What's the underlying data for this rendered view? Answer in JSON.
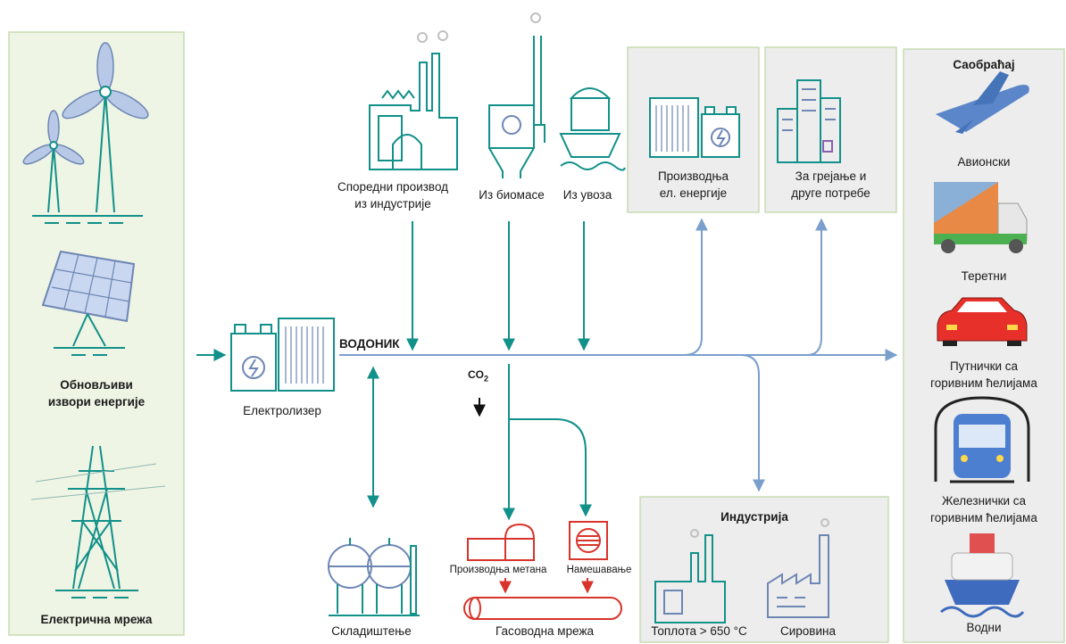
{
  "colors": {
    "teal": "#12908a",
    "blue": "#7b9fcd",
    "red": "#d9342b",
    "green_panel": "#eef5e4",
    "gray_panel": "#ededed",
    "panel_border": "#c9dcb3"
  },
  "left_panel": {
    "renewables_line1": "Обновљиви",
    "renewables_line2": "извори енергије",
    "grid": "Електрична мрежа"
  },
  "electrolyzer": {
    "label": "Електролизер"
  },
  "hydrogen": {
    "label": "ВОДОНИК"
  },
  "co2": {
    "label_main": "CO",
    "label_sub": "2"
  },
  "sources": {
    "industry_line1": "Споредни производ",
    "industry_line2": "из индустрије",
    "biomass": "Из биомасе",
    "import": "Из увоза"
  },
  "uses": {
    "power_line1": "Производња",
    "power_line2": "ел. енергије",
    "heating_line1": "За грејање и",
    "heating_line2": "друге потребе"
  },
  "storage": {
    "label": "Складиштење"
  },
  "gas": {
    "methane": "Производња метана",
    "blending": "Намешавање",
    "network": "Гасоводна мрежа"
  },
  "industry": {
    "title": "Индустрија",
    "heat": "Топлота > 650 °C",
    "feedstock": "Сировина"
  },
  "transport": {
    "title": "Саобраћај",
    "air": "Авионски",
    "freight": "Теретни",
    "cars_line1": "Путнички са",
    "cars_line2": "горивним ћелијама",
    "rail_line1": "Железнички са",
    "rail_line2": "горивним ћелијама",
    "water": "Водни"
  }
}
